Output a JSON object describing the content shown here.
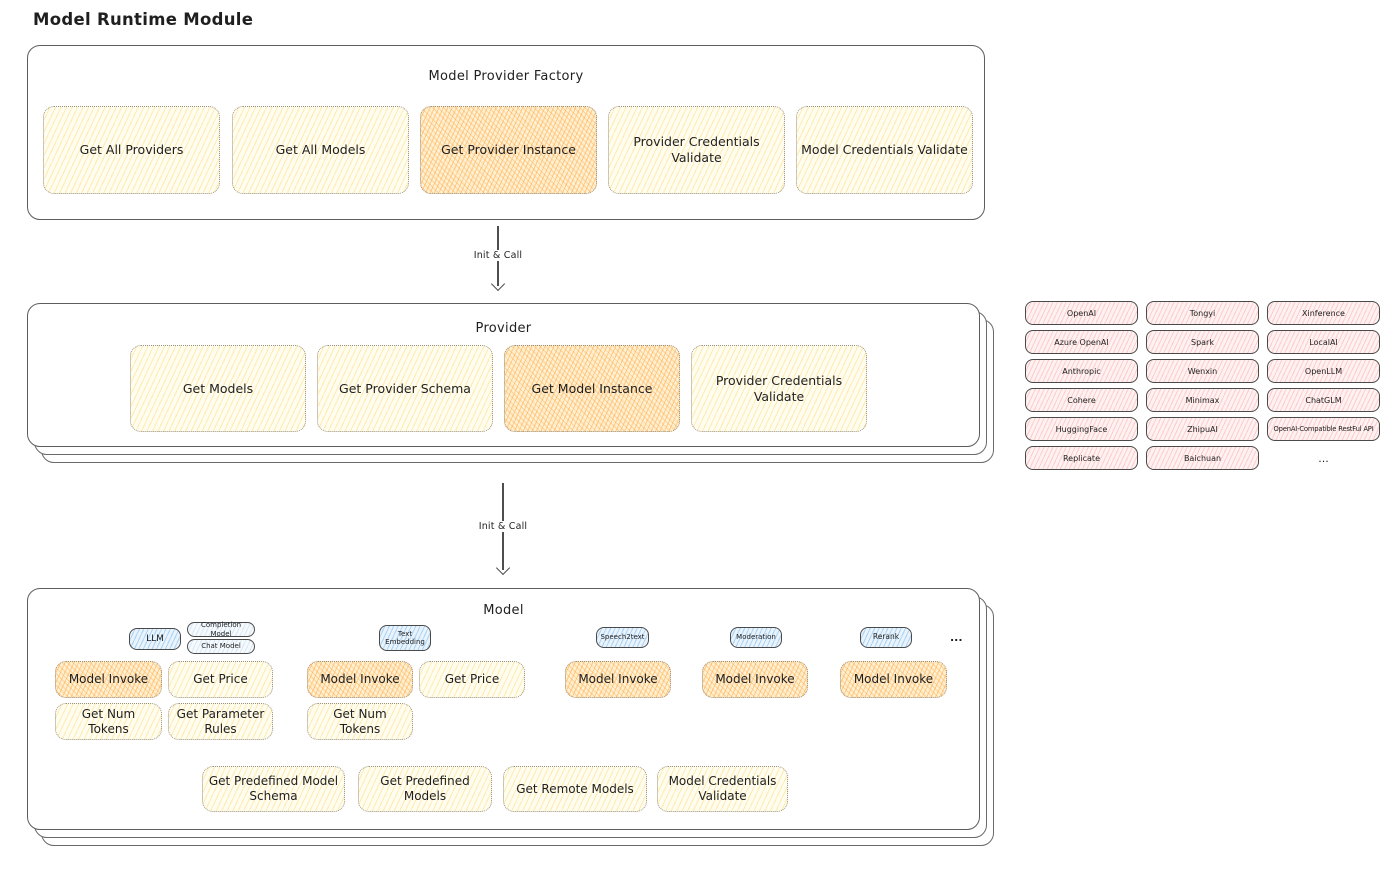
{
  "title": "Model Runtime Module",
  "colors": {
    "text": "#1f1f1f",
    "container_border": "#5d5d5d",
    "yellow_fill": "#fffdf0",
    "yellow_hatch": "#ffd66e",
    "orange_fill": "#fff0d2",
    "orange_hatch": "#ffaa46",
    "pink_fill": "#fdf1f1",
    "pink_hatch": "#ffa0a0",
    "blue_fill": "#e8f3fc",
    "blue_hatch": "#64aae6"
  },
  "factory": {
    "title": "Model Provider Factory",
    "buttons": [
      "Get All Providers",
      "Get All Models",
      "Get Provider Instance",
      "Provider Credentials Validate",
      "Model Credentials Validate"
    ]
  },
  "arrows": [
    {
      "label": "Init & Call"
    },
    {
      "label": "Init & Call"
    }
  ],
  "provider": {
    "title": "Provider",
    "buttons": [
      "Get Models",
      "Get Provider Schema",
      "Get Model Instance",
      "Provider Credentials Validate"
    ]
  },
  "vendors": {
    "items": [
      "OpenAI",
      "Tongyi",
      "Xinference",
      "Azure OpenAI",
      "Spark",
      "LocalAI",
      "Anthropic",
      "Wenxin",
      "OpenLLM",
      "Cohere",
      "Minimax",
      "ChatGLM",
      "HuggingFace",
      "ZhipuAI",
      "OpenAI-Compatible RestFul API",
      "Replicate",
      "Baichuan"
    ],
    "more": "..."
  },
  "model": {
    "title": "Model",
    "tags": {
      "llm": "LLM",
      "completion_model": "Completion Model",
      "chat_model": "Chat Model",
      "text_embedding": "Text Embedding",
      "speech2text": "Speech2text",
      "moderation": "Moderation",
      "rerank": "Rerank",
      "more": "..."
    },
    "buttons": {
      "model_invoke": "Model Invoke",
      "get_price": "Get Price",
      "get_num_tokens": "Get Num Tokens",
      "get_parameter_rules": "Get Parameter Rules",
      "get_predefined_model_schema": "Get Predefined Model Schema",
      "get_predefined_models": "Get Predefined Models",
      "get_remote_models": "Get Remote Models",
      "model_credentials_validate": "Model Credentials Validate"
    }
  }
}
